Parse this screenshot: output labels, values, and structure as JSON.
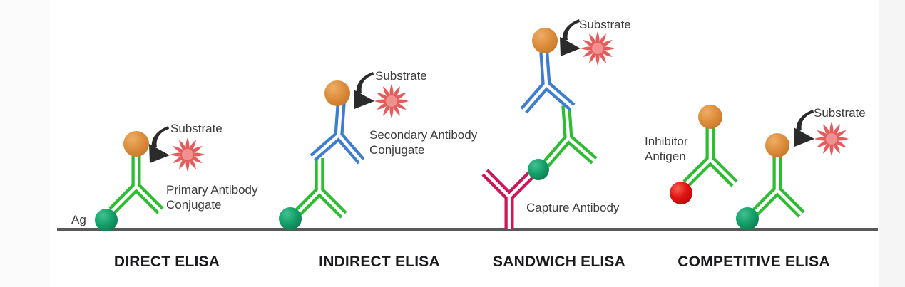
{
  "diagram": {
    "type": "scientific-diagram",
    "subject": "ELISA assay formats",
    "surface_line_color": "#58595b",
    "colors": {
      "antibody_green": "#2dbd31",
      "antibody_blue": "#3d7ed3",
      "antibody_magenta": "#cf1459",
      "antigen_teal": "#14a06b",
      "enzyme_orange": "#dd8e3d",
      "inhibitor_red": "#e01212",
      "substrate_burst_red": "#e45c5c",
      "arrow_black": "#2b2b2b",
      "label_text": "#3c3c3c",
      "title_text": "#1b1b1d"
    },
    "panels": [
      {
        "id": "direct",
        "title": "DIRECT ELISA",
        "labels": {
          "antigen": "Ag",
          "substrate": "Substrate",
          "conjugate_line1": "Primary Antibody",
          "conjugate_line2": "Conjugate"
        }
      },
      {
        "id": "indirect",
        "title": "INDIRECT ELISA",
        "labels": {
          "substrate": "Substrate",
          "conjugate_line1": "Secondary Antibody",
          "conjugate_line2": "Conjugate"
        }
      },
      {
        "id": "sandwich",
        "title": "SANDWICH ELISA",
        "labels": {
          "substrate": "Substrate",
          "capture": "Capture Antibody"
        }
      },
      {
        "id": "competitive",
        "title": "COMPETITIVE ELISA",
        "labels": {
          "substrate": "Substrate",
          "inhibitor_line1": "Inhibitor",
          "inhibitor_line2": "Antigen"
        }
      }
    ]
  }
}
